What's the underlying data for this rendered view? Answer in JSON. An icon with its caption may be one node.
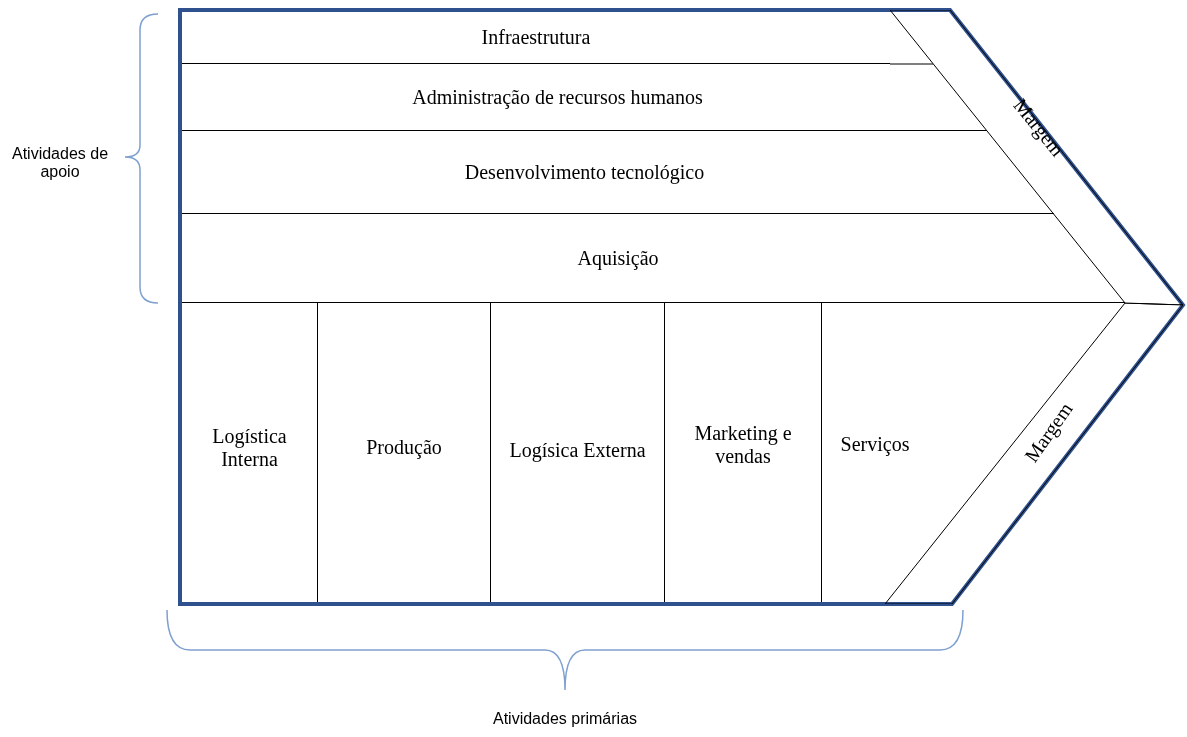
{
  "diagram": {
    "nodes": [
      {
        "text": [
          "Infraestrutura"
        ]
      },
      {
        "text": [
          "Administração de recursos humanos"
        ]
      },
      {
        "text": [
          "Desenvolvimento tecnológico"
        ]
      },
      {
        "text": [
          "Aquisição"
        ]
      },
      {
        "text": [
          "Logística Interna"
        ]
      },
      {
        "text": [
          "Produção"
        ]
      },
      {
        "text": [
          "Logísica Externa"
        ]
      },
      {
        "text": [
          "Marketing e vendas"
        ]
      },
      {
        "text": [
          "Serviços"
        ]
      },
      {
        "text": [
          "Margem"
        ]
      },
      {
        "text": [
          "Margem"
        ]
      }
    ],
    "labels": [
      "Atividades de apoio",
      "Atividades primárias"
    ]
  }
}
